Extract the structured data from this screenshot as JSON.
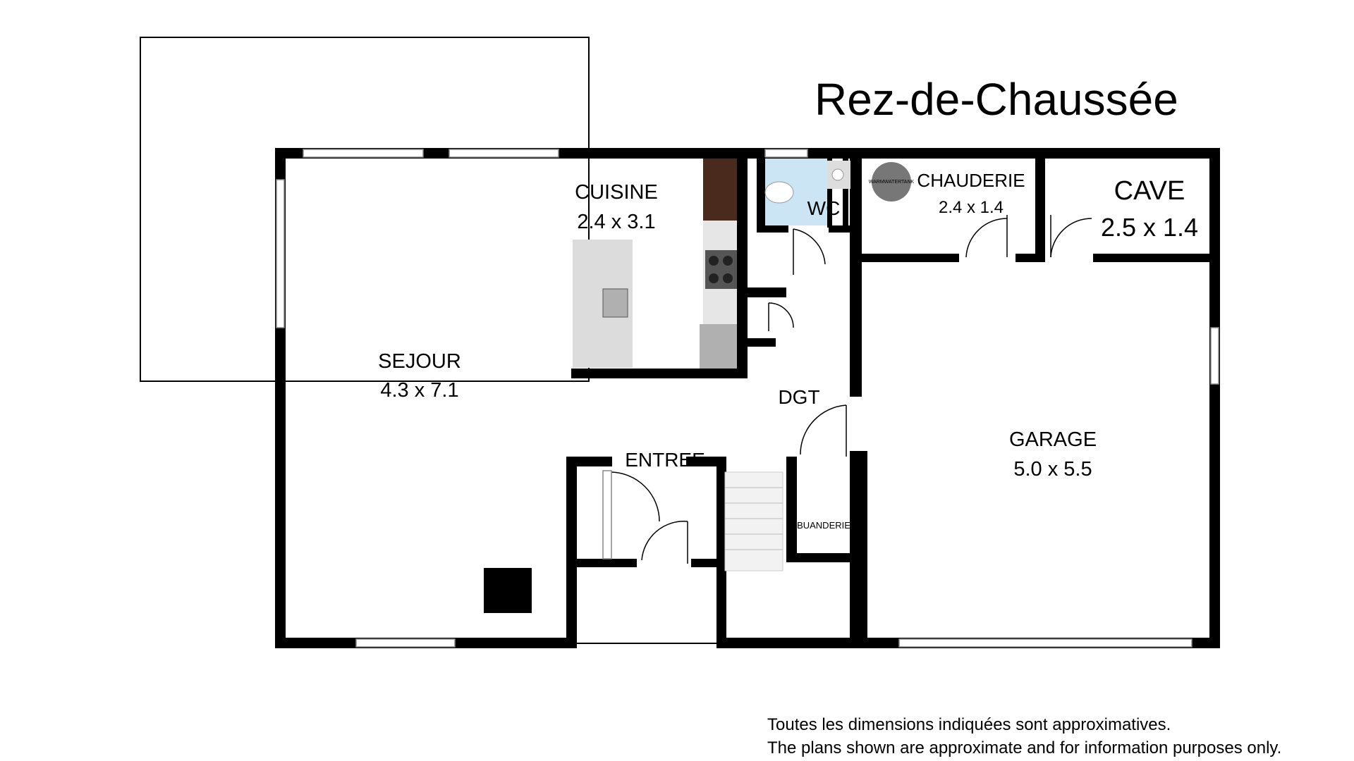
{
  "title": "Rez-de-Chaussée",
  "rooms": [
    {
      "name": "SEJOUR",
      "size": "4.3 x 7.1"
    },
    {
      "name": "CUISINE",
      "size": "2.4 x 3.1"
    },
    {
      "name": "WC"
    },
    {
      "name": "CHAUDERIE",
      "size": "2.4 x 1.4"
    },
    {
      "name": "CAVE",
      "size": "2.5 x 1.4"
    },
    {
      "name": "DGT"
    },
    {
      "name": "ENTREE"
    },
    {
      "name": "BUANDERIE"
    },
    {
      "name": "GARAGE",
      "size": "5.0 x 5.5"
    }
  ],
  "fixtures": {
    "tank_label": "WARMWATERTANK"
  },
  "disclaimer": {
    "line1": "Toutes les dimensions indiquées sont approximatives.",
    "line2": "The plans shown are approximate and for information purposes only."
  }
}
